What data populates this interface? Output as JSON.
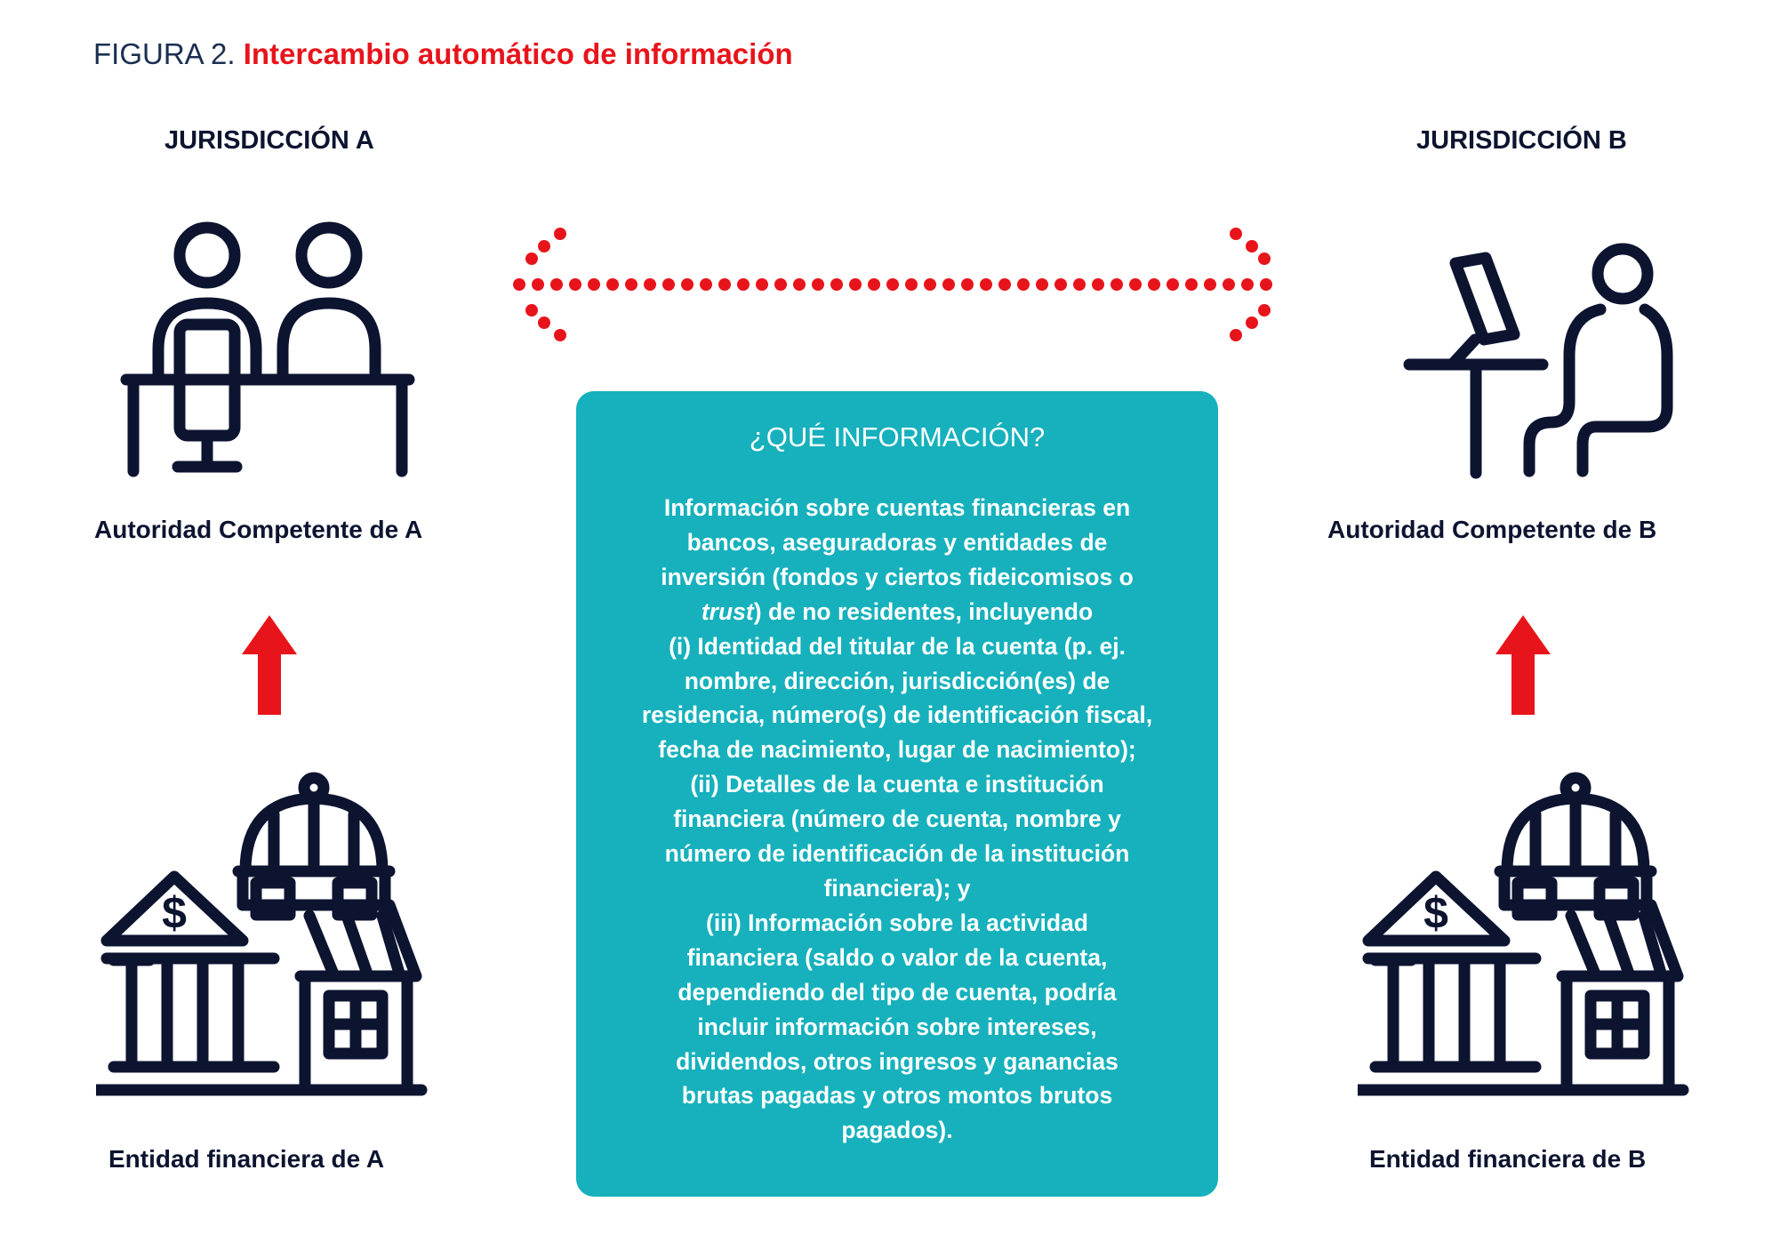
{
  "figure": {
    "prefix": "FIGURA 2.",
    "title": "Intercambio automático de información"
  },
  "jurisdictions": {
    "a": {
      "heading": "JURISDICCIÓN A",
      "authority": "Autoridad Competente de A",
      "entity": "Entidad financiera de A"
    },
    "b": {
      "heading": "JURISDICCIÓN B",
      "authority": "Autoridad Competente de B",
      "entity": "Entidad financiera de B"
    }
  },
  "info_box": {
    "title": "¿QUÉ INFORMACIÓN?",
    "lines": [
      "Información sobre cuentas financieras en",
      "bancos, aseguradoras y entidades de",
      "inversión (fondos y ciertos fideicomisos o",
      "de no residentes, incluyendo",
      "(i) Identidad del titular de la cuenta (p. ej.",
      "nombre, dirección, jurisdicción(es) de",
      "residencia, número(s) de identificación fiscal,",
      "fecha de nacimiento, lugar de nacimiento);",
      "(ii) Detalles de la cuenta e institución",
      "financiera (número de cuenta, nombre y",
      "número de identificación de la institución",
      "financiera); y",
      "(iii) Información sobre la actividad",
      "financiera (saldo o valor de la cuenta,",
      "dependiendo del tipo de cuenta, podría",
      "incluir información sobre intereses,",
      "dividendos, otros ingresos y ganancias",
      "brutas pagadas y otros montos brutos",
      "pagados)."
    ],
    "italic_word": "trust",
    "italic_suffix": ")"
  },
  "icons": {
    "authority_a": "two-officers-at-desk-icon",
    "authority_b": "person-at-computer-icon",
    "entity": "bank-building-icon",
    "exchange": "double-headed-dotted-arrow-icon",
    "report": "up-arrow-icon"
  },
  "colors": {
    "accent_red": "#e8141b",
    "box_teal": "#16b1bc",
    "ink": "#0d1430",
    "title_blue": "#1b2f52"
  }
}
